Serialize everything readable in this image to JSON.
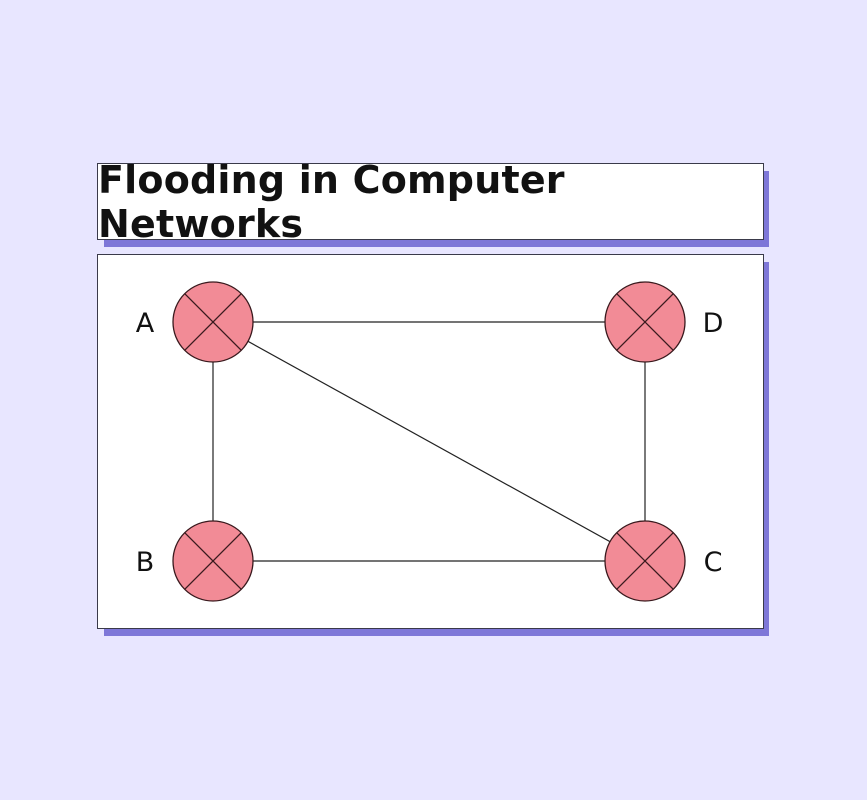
{
  "title": "Flooding in Computer Networks",
  "colors": {
    "background": "#e8e6ff",
    "shadow": "#7e77d8",
    "node_fill": "#f28b96",
    "node_stroke": "#3a1a1e",
    "edge": "#222222"
  },
  "nodes": [
    {
      "id": "A",
      "label": "A",
      "label_side": "left"
    },
    {
      "id": "B",
      "label": "B",
      "label_side": "left"
    },
    {
      "id": "C",
      "label": "C",
      "label_side": "right"
    },
    {
      "id": "D",
      "label": "D",
      "label_side": "right"
    }
  ],
  "edges": [
    [
      "A",
      "D"
    ],
    [
      "A",
      "B"
    ],
    [
      "A",
      "C"
    ],
    [
      "D",
      "C"
    ],
    [
      "B",
      "C"
    ]
  ]
}
